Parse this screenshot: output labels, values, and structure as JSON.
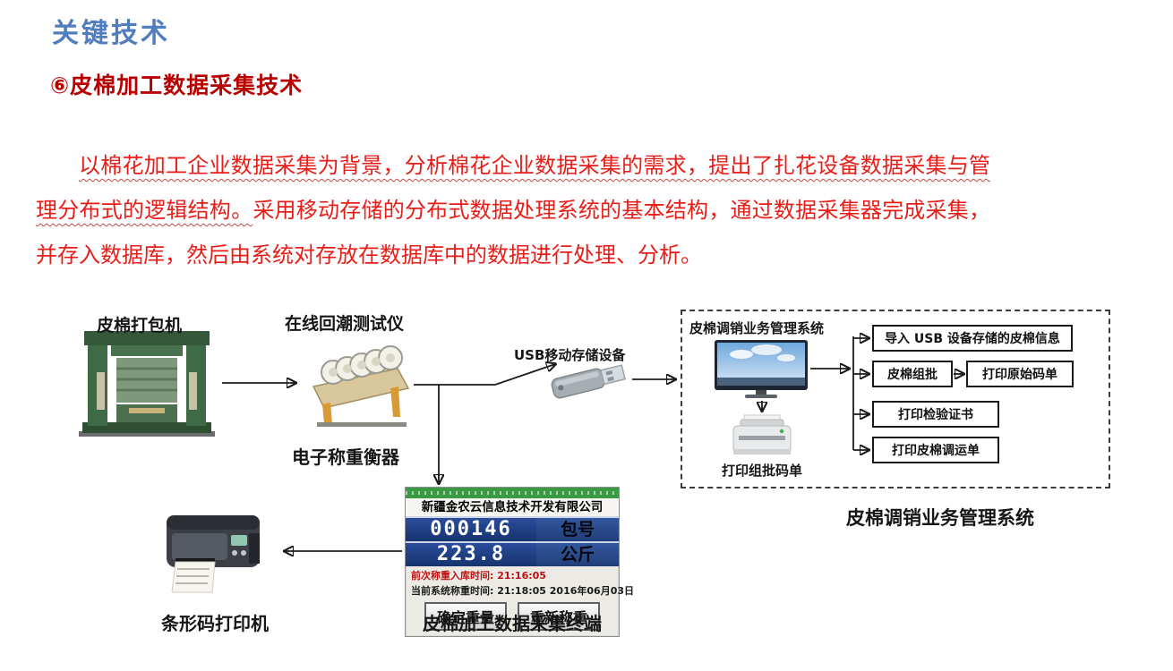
{
  "colors": {
    "title_blue": "#4f7dbe",
    "heading_red": "#b80000",
    "body_red": "#e81d18",
    "display_navy": "#1f3f8c",
    "terminal_green": "#3d9a44"
  },
  "header": {
    "title": "关键技术",
    "subtitle": "⑥皮棉加工数据采集技术"
  },
  "paragraph": {
    "underlined": "以棉花加工企业数据采集为背景，分析棉花企业数据采集的需求，提出了扎花设备数据采集与管理分布式的逻辑结构。",
    "rest": "采用移动存储的分布式数据处理系统的基本结构，通过数据采集器完成采集，并存入数据库，然后由系统对存放在数据库中的数据进行处理、分析。"
  },
  "diagram": {
    "baler_label": "皮棉打包机",
    "tester_label": "在线回潮测试仪",
    "scale_label": "电子称重衡器",
    "usb_label": "USB移动存储设备",
    "system_box_label": "皮棉调销业务管理系统",
    "print_batch_label": "打印组批码单",
    "system_caption": "皮棉调销业务管理系统",
    "barcode_printer_label": "条形码打印机",
    "terminal_caption": "皮棉加工数据采集终端",
    "flow_boxes": {
      "import_usb": "导入 USB 设备存储的皮棉信息",
      "batch": "皮棉组批",
      "print_original": "打印原始码单",
      "print_certificate": "打印检验证书",
      "print_transport": "打印皮棉调运单"
    }
  },
  "terminal": {
    "company": "新疆金农云信息技术开发有限公司",
    "bale_number": "000146",
    "bale_unit": "包号",
    "weight": "223.8",
    "weight_unit": "公斤",
    "prev_weigh_line": "前次称重入库时间: 21:16:05",
    "current_weigh_line": "当前系统称重时间: 21:18:05 2016年06月03日",
    "confirm_button": "确定重量",
    "reweigh_button": "重新称重"
  }
}
